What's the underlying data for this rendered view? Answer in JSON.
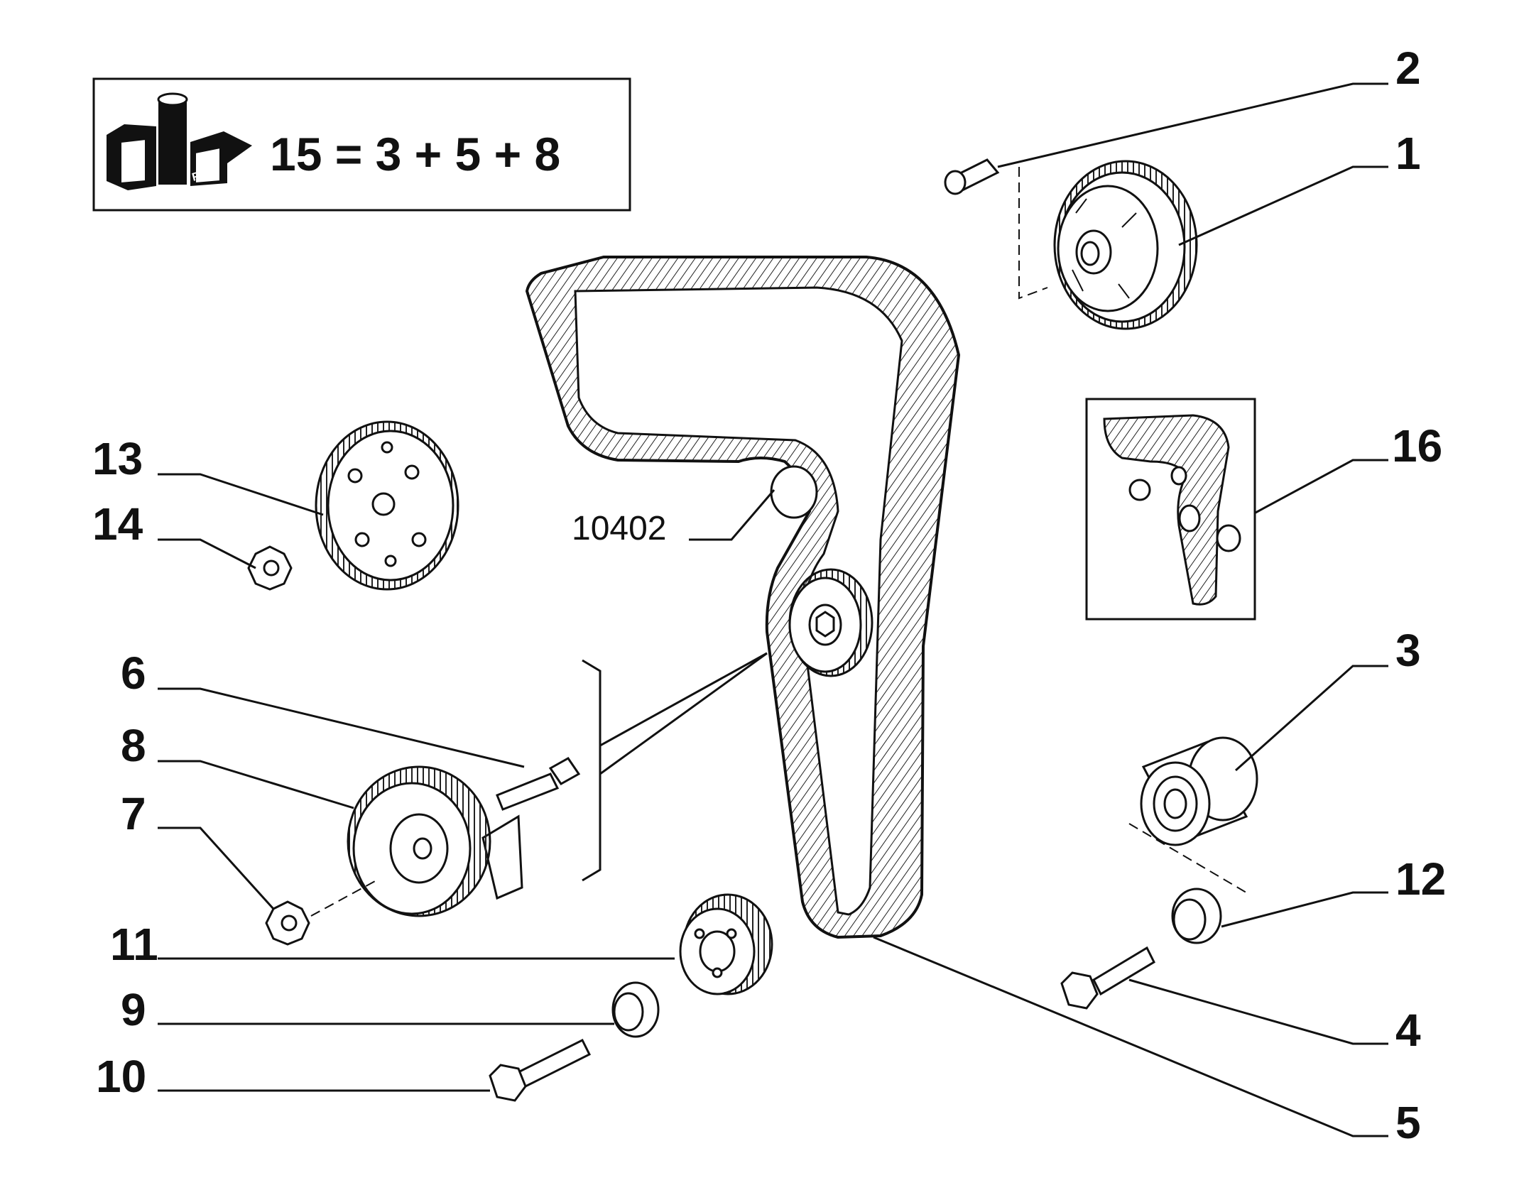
{
  "kit_box": {
    "formula": "15 = 3 + 5 + 8",
    "logo_text": "FIAT"
  },
  "reference_code": "10402",
  "part_labels": {
    "p1": "1",
    "p2": "2",
    "p3": "3",
    "p4": "4",
    "p5": "5",
    "p6": "6",
    "p7": "7",
    "p8": "8",
    "p9": "9",
    "p10": "10",
    "p11": "11",
    "p12": "12",
    "p13": "13",
    "p14": "14",
    "p16": "16"
  },
  "icons": [
    "timing-belt-icon",
    "camshaft-gear-icon",
    "tensioner-pulley-icon",
    "idler-pulley-icon",
    "bolt-icon",
    "nut-icon",
    "spacer-icon",
    "kit-logo-icon"
  ]
}
